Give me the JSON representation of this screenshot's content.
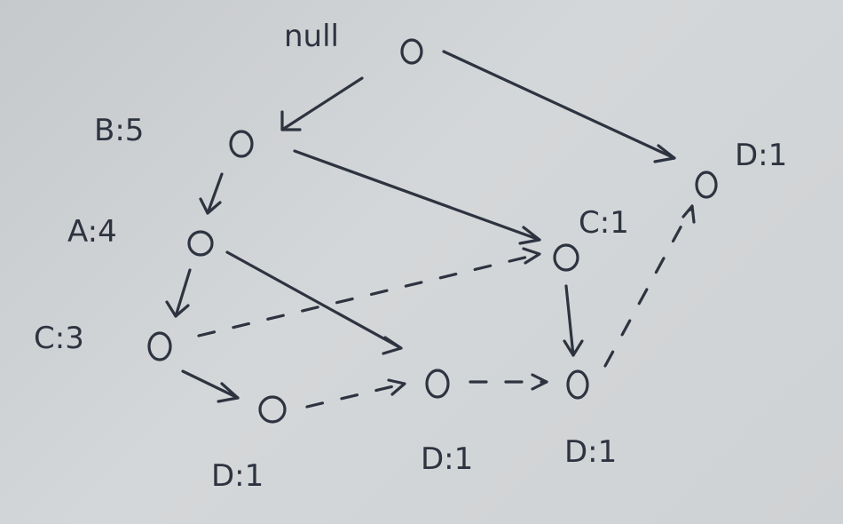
{
  "diagram": {
    "nodes": [
      {
        "id": "root",
        "label": "null"
      },
      {
        "id": "b",
        "label": "B:5"
      },
      {
        "id": "a",
        "label": "A:4"
      },
      {
        "id": "c3",
        "label": "C:3"
      },
      {
        "id": "d1",
        "label": "D:1"
      },
      {
        "id": "d2",
        "label": "D:1"
      },
      {
        "id": "c1",
        "label": "C:1"
      },
      {
        "id": "d3",
        "label": "D:1"
      },
      {
        "id": "d4",
        "label": "D:1"
      }
    ],
    "edges": [
      {
        "from": "root",
        "to": "b",
        "style": "solid"
      },
      {
        "from": "root",
        "to": "d4",
        "style": "solid"
      },
      {
        "from": "b",
        "to": "a",
        "style": "solid"
      },
      {
        "from": "b",
        "to": "c1",
        "style": "solid"
      },
      {
        "from": "a",
        "to": "c3",
        "style": "solid"
      },
      {
        "from": "a",
        "to": "d2",
        "style": "solid"
      },
      {
        "from": "c3",
        "to": "d1",
        "style": "solid"
      },
      {
        "from": "c1",
        "to": "d3",
        "style": "solid"
      },
      {
        "from": "c3",
        "to": "c1",
        "style": "dashed"
      },
      {
        "from": "d1",
        "to": "d2",
        "style": "dashed"
      },
      {
        "from": "d2",
        "to": "d3",
        "style": "dashed"
      },
      {
        "from": "d3",
        "to": "d4",
        "style": "dashed"
      }
    ]
  },
  "colors": {
    "ink": "#2e3340",
    "background": "#cdd0d2"
  }
}
